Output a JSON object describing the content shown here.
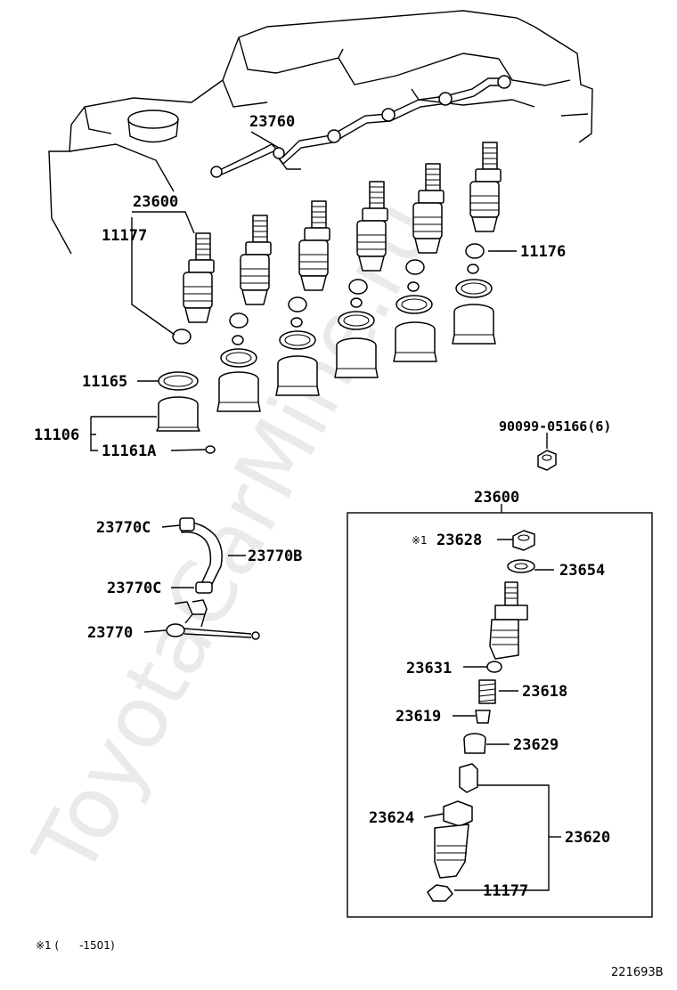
{
  "watermark": "ToyotaCarMine.ru",
  "labels": {
    "p23760": "23760",
    "p23600_top": "23600",
    "p11177_top": "11177",
    "p11176": "11176",
    "p11165": "11165",
    "p11106": "11106",
    "p11161A": "11161A",
    "p90099": "90099-05166(6)",
    "p23600_box": "23600",
    "p23770C_a": "23770C",
    "p23770B": "23770B",
    "p23770C_b": "23770C",
    "p23770": "23770",
    "p23628": "23628",
    "p23628_mark": "※1",
    "p23654": "23654",
    "p23631": "23631",
    "p23618": "23618",
    "p23619": "23619",
    "p23629": "23629",
    "p23624": "23624",
    "p23620": "23620",
    "p11177_box": "11177"
  },
  "footnote": "※1 (      -1501)",
  "diagram_code": "221693B"
}
